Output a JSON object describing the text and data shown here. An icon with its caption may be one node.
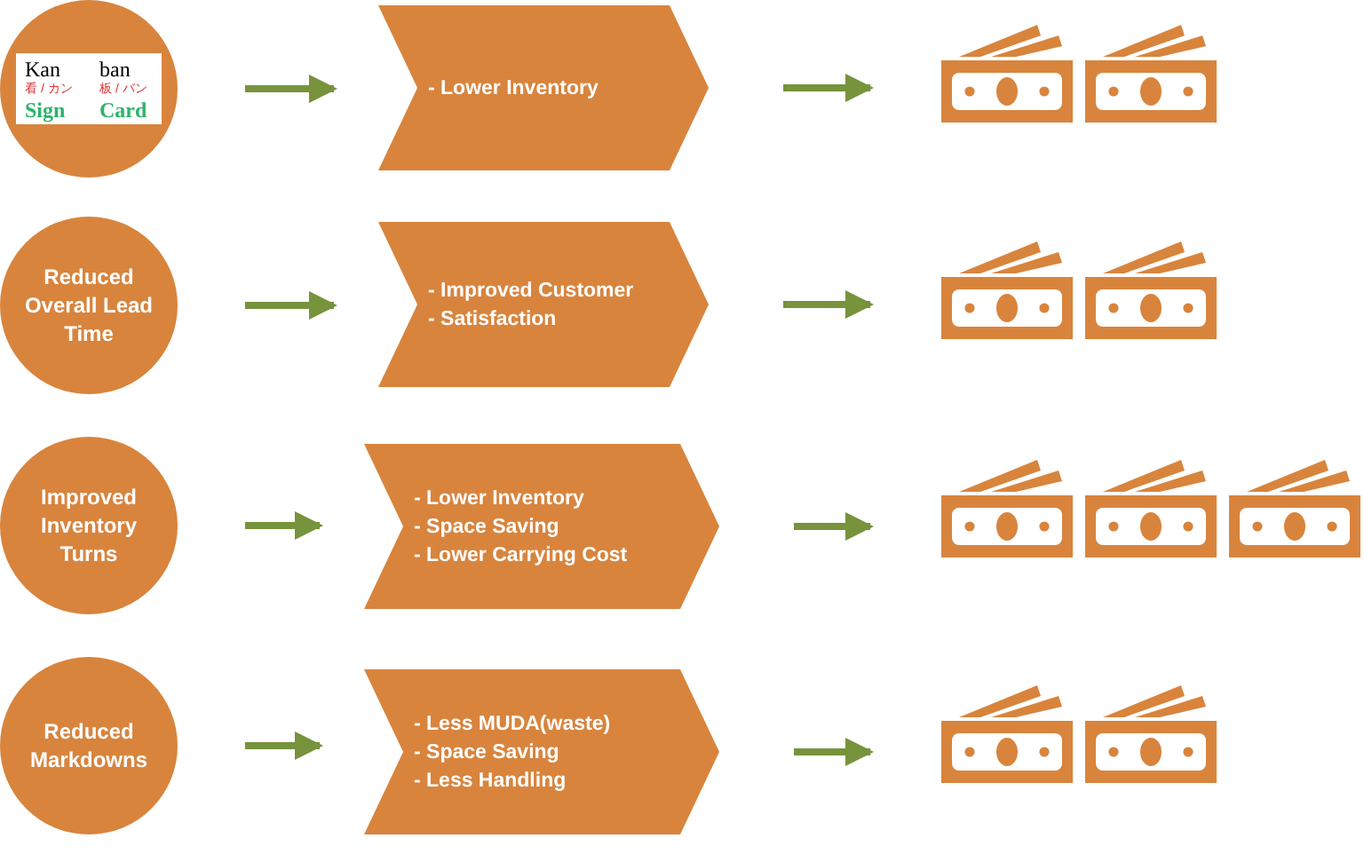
{
  "diagram": {
    "nodes": [
      {
        "text": [],
        "shape": "circle"
      },
      {
        "text": [
          "Kan",
          "ban",
          "看 / カン",
          "板 / バン",
          "Sign",
          "Card"
        ],
        "in": 0
      },
      {
        "text": [
          "- Lower Inventory"
        ]
      },
      {
        "text": [],
        "shape": "picture"
      },
      {
        "text": [],
        "shape": "picture"
      },
      {
        "text": [
          "Reduced Overall Lead Time"
        ]
      },
      {
        "text": [
          "- Improved Customer",
          "- Satisfaction"
        ]
      },
      {
        "text": [],
        "shape": "picture"
      },
      {
        "text": [],
        "shape": "picture"
      },
      {
        "text": [
          "Improved Inventory Turns"
        ]
      },
      {
        "text": [
          "- Lower Inventory",
          "- Space Saving",
          "- Lower Carrying Cost"
        ]
      },
      {
        "text": [],
        "shape": "picture"
      },
      {
        "text": [],
        "shape": "picture"
      },
      {
        "text": [],
        "shape": "picture"
      },
      {
        "text": [
          "Reduced Markdowns"
        ]
      },
      {
        "text": [
          "- Less MUDA(waste)",
          "- Space Saving",
          "- Less Handling"
        ]
      },
      {
        "text": [],
        "shape": "picture"
      },
      {
        "text": [],
        "shape": "picture"
      }
    ],
    "edges": [
      {
        "from": 0,
        "to": 2,
        "arrow": "to"
      },
      {
        "from": 2,
        "to": 3,
        "arrow": "to"
      },
      {
        "from": 5,
        "to": 6,
        "arrow": "to"
      },
      {
        "from": 6,
        "to": 7,
        "arrow": "to"
      },
      {
        "from": 9,
        "to": 10,
        "arrow": "to"
      },
      {
        "from": 10,
        "to": 11,
        "arrow": "to"
      },
      {
        "from": 14,
        "to": 15,
        "arrow": "to"
      },
      {
        "from": 15,
        "to": 16,
        "arrow": "to"
      }
    ]
  }
}
